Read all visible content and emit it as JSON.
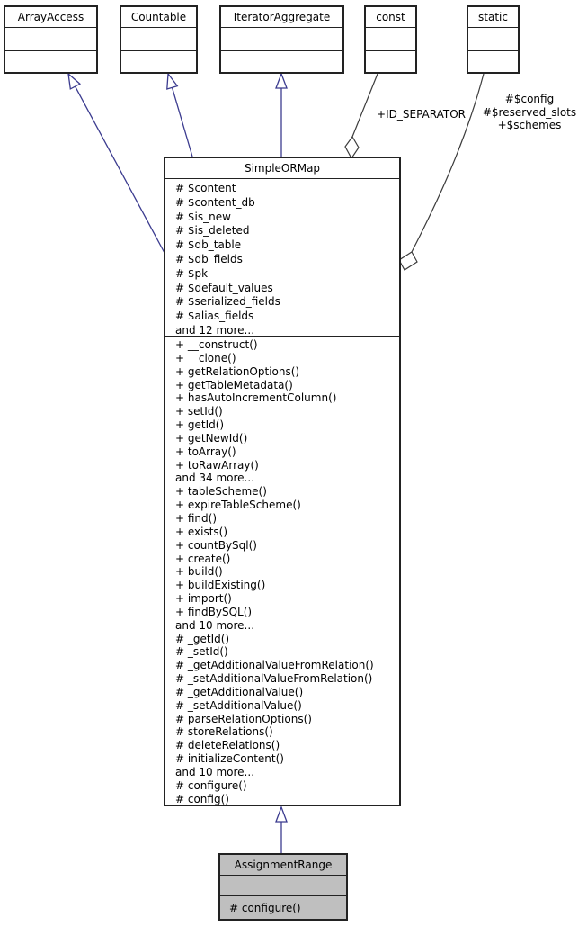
{
  "colors": {
    "edge-inheritance": "#3b3b8f",
    "edge-aggregation": "#3c3c3c",
    "box-border": "#222222",
    "box-fill": "#ffffff",
    "highlight-fill": "#bfbfbf"
  },
  "top_nodes": [
    {
      "name": "ArrayAccess"
    },
    {
      "name": "Countable"
    },
    {
      "name": "IteratorAggregate"
    },
    {
      "name": "const"
    },
    {
      "name": "static"
    }
  ],
  "main_class": {
    "name": "SimpleORMap",
    "attributes": [
      "# $content",
      "# $content_db",
      "# $is_new",
      "# $is_deleted",
      "# $db_table",
      "# $db_fields",
      "# $pk",
      "# $default_values",
      "# $serialized_fields",
      "# $alias_fields",
      "and 12 more..."
    ],
    "methods": [
      "+ __construct()",
      "+ __clone()",
      "+ getRelationOptions()",
      "+ getTableMetadata()",
      "+ hasAutoIncrementColumn()",
      "+ setId()",
      "+ getId()",
      "+ getNewId()",
      "+ toArray()",
      "+ toRawArray()",
      "and 34 more...",
      "+ tableScheme()",
      "+ expireTableScheme()",
      "+ find()",
      "+ exists()",
      "+ countBySql()",
      "+ create()",
      "+ build()",
      "+ buildExisting()",
      "+ import()",
      "+ findBySQL()",
      "and 10 more...",
      "# _getId()",
      "# _setId()",
      "# _getAdditionalValueFromRelation()",
      "# _setAdditionalValueFromRelation()",
      "# _getAdditionalValue()",
      "# _setAdditionalValue()",
      "# parseRelationOptions()",
      "# storeRelations()",
      "# deleteRelations()",
      "# initializeContent()",
      "and 10 more...",
      "# configure()",
      "# config()"
    ]
  },
  "derived_class": {
    "name": "AssignmentRange",
    "methods": [
      "# configure()"
    ]
  },
  "edge_labels": {
    "const_edge": "+ID_SEPARATOR",
    "static_edge": [
      "#$config",
      "#$reserved_slots",
      "+$schemes"
    ]
  }
}
